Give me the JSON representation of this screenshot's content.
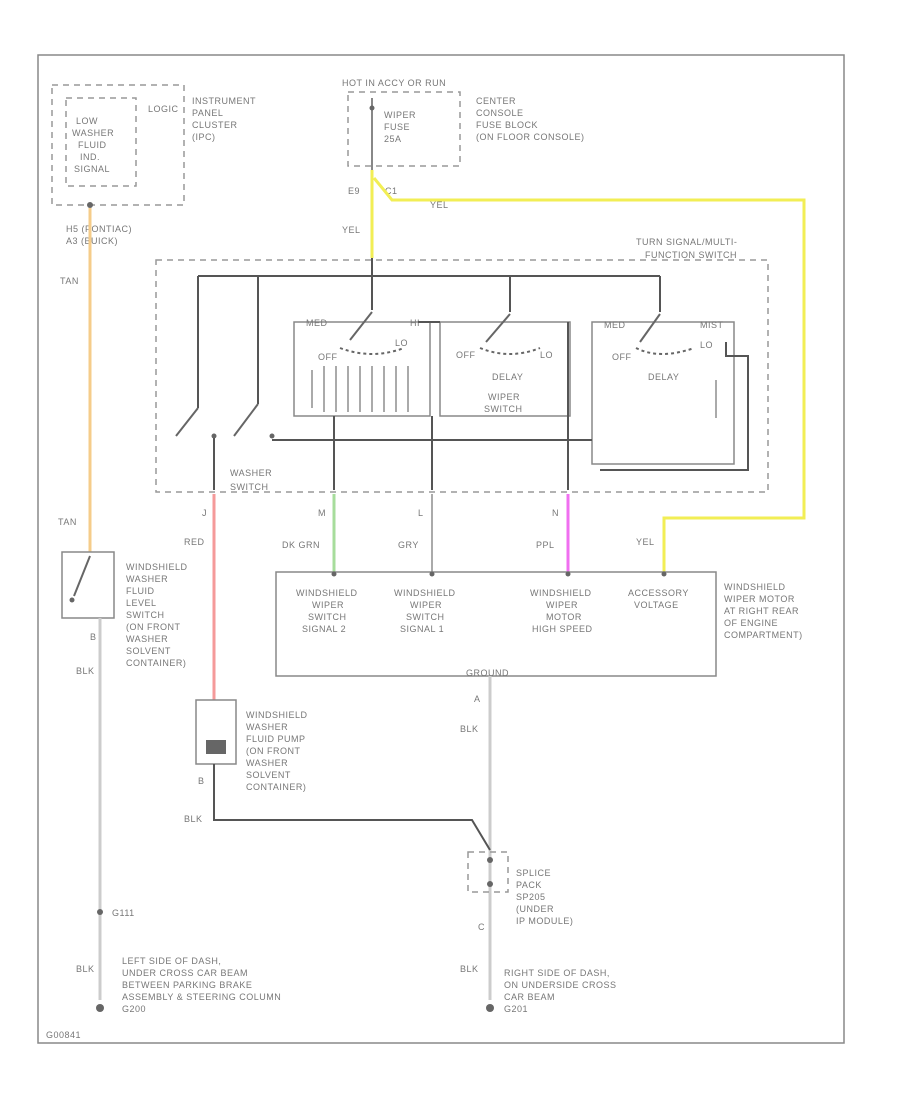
{
  "components": {
    "cluster_box": {
      "lines": [
        "LOW",
        "WASHER",
        "FLUID",
        "IND.",
        "SIGNAL"
      ]
    },
    "cluster": {
      "side": "LOGIC",
      "lines": [
        "INSTRUMENT",
        "PANEL",
        "CLUSTER",
        "(IPC)"
      ]
    },
    "cluster_pins": [
      "H5 (PONTIAC)",
      "A3 (BUICK)"
    ],
    "fuse_block_title": "HOT IN ACCY OR RUN",
    "fuse": {
      "lines": [
        "WIPER",
        "FUSE",
        "25A"
      ]
    },
    "fuse_block": {
      "lines": [
        "CENTER",
        "CONSOLE",
        "FUSE BLOCK",
        "(ON FLOOR CONSOLE)"
      ]
    },
    "fuse_pins": [
      "E9",
      "C1"
    ],
    "multifunction_switch": [
      "TURN SIGNAL/MULTI-",
      "FUNCTION SWITCH"
    ],
    "wiper_switch": {
      "labels": [
        "MED",
        "HI",
        "LO",
        "OFF"
      ],
      "name": [
        "WIPER",
        "SWITCH"
      ]
    },
    "delay_switch1": {
      "left": "OFF",
      "right": "LO",
      "name": "DELAY"
    },
    "delay_switch2": {
      "left_top": "MED",
      "right_top": "MIST",
      "left": "OFF",
      "right": "LO",
      "name": "DELAY"
    },
    "washer_switch": [
      "WASHER",
      "SWITCH"
    ],
    "pins": {
      "j": "J",
      "m": "M",
      "l": "L",
      "n": "N",
      "b1": "B",
      "a": "A",
      "b2": "B",
      "c": "C"
    },
    "wire_colors": {
      "tan1": "TAN",
      "tan2": "TAN",
      "yel1": "YEL",
      "yel2": "YEL",
      "yel3": "YEL",
      "red": "RED",
      "dkgrn": "DK GRN",
      "gry": "GRY",
      "ppl": "PPL",
      "blk1": "BLK",
      "blk2": "BLK",
      "blk3": "BLK",
      "blk4": "BLK",
      "blk5": "BLK"
    },
    "level_switch": [
      "WINDSHIELD",
      "WASHER",
      "FLUID",
      "LEVEL",
      "SWITCH",
      "(ON FRONT",
      "WASHER",
      "SOLVENT",
      "CONTAINER)"
    ],
    "motor_cols": [
      [
        "WINDSHIELD",
        "WIPER",
        "SWITCH",
        "SIGNAL 2"
      ],
      [
        "WINDSHIELD",
        "WIPER",
        "SWITCH",
        "SIGNAL 1"
      ],
      [
        "WINDSHIELD",
        "WIPER",
        "MOTOR",
        "HIGH SPEED"
      ],
      [
        "ACCESSORY",
        "VOLTAGE"
      ]
    ],
    "motor_ground": "GROUND",
    "motor": [
      "WINDSHIELD",
      "WIPER MOTOR",
      "AT RIGHT REAR",
      "OF ENGINE",
      "COMPARTMENT)"
    ],
    "pump": [
      "WINDSHIELD",
      "WASHER",
      "FLUID PUMP",
      "(ON FRONT",
      "WASHER",
      "SOLVENT",
      "CONTAINER)"
    ],
    "splice": [
      "SPLICE",
      "PACK",
      "SP205",
      "(UNDER",
      "IP MODULE)"
    ],
    "left_ground": {
      "id": "G111",
      "lines": [
        "LEFT SIDE OF DASH,",
        "UNDER CROSS CAR BEAM",
        "BETWEEN PARKING BRAKE",
        "ASSEMBLY & STEERING COLUMN",
        "G200"
      ]
    },
    "right_ground": {
      "lines": [
        "RIGHT SIDE OF DASH,",
        "ON UNDERSIDE CROSS",
        "CAR BEAM",
        "G201"
      ]
    },
    "footer_code": "G00841",
    "colors": {
      "yellow": "#f2ee55",
      "tan": "#f5cc8a",
      "red": "#f59a9a",
      "green": "#a7dd9c",
      "pink": "#f06ff0",
      "gray": "#aaaaaa",
      "dark": "#555555"
    }
  }
}
